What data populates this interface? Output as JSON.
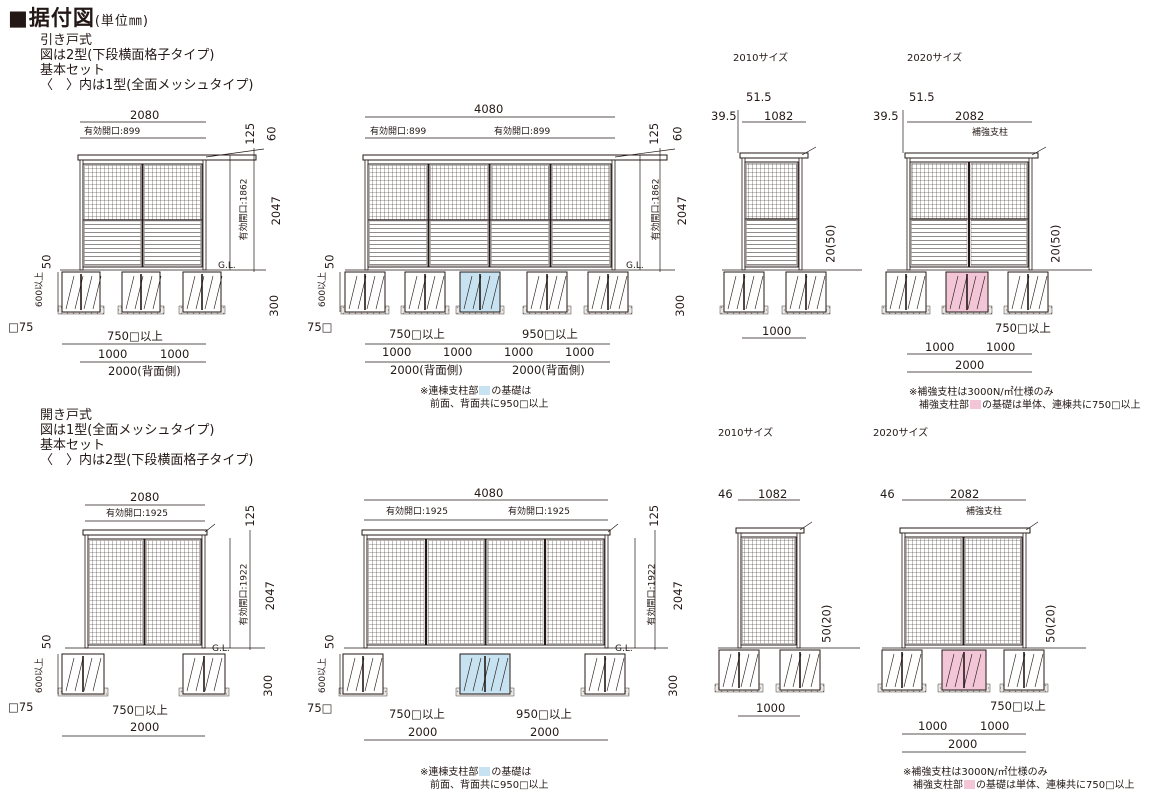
{
  "header": {
    "title": "■据付図",
    "unit": "(単位㎜)"
  },
  "sliding": {
    "lines": [
      "引き戸式",
      "図は2型(下段横面格子タイプ)",
      "基本セット",
      "〈　〉内は1型(全面メッシュタイプ)"
    ],
    "size_2010": "2010サイズ",
    "size_2020": "2020サイズ",
    "d_2080": "2080",
    "d_4080": "4080",
    "d_125": "125",
    "d_60": "60",
    "d_2047": "2047",
    "d_opening_h": "有効開口:1862",
    "d_opening_w": "有効開口:899",
    "d_50": "50",
    "d_300": "300",
    "d_600": "600以上",
    "d_75": "□75",
    "d_75b": "75□",
    "gl": "G.L.",
    "d_750": "750□以上",
    "d_950": "950□以上",
    "d_1000": "1000",
    "d_2000_back": "2000(背面側)",
    "d_39_5": "39.5",
    "d_51_5": "51.5",
    "d_1082": "1082",
    "d_2082": "2082",
    "d_20_50": "20(50)",
    "d_2000": "2000",
    "reinforce": "補強支柱",
    "note_connect": [
      "※連棟支柱部",
      "の基礎は",
      "前面、背面共に950□以上"
    ],
    "note_reinforce": [
      "※補強支柱は3000N/㎡仕様のみ",
      "補強支柱部",
      "の基礎は単体、連棟共に750□以上"
    ]
  },
  "hinged": {
    "lines": [
      "開き戸式",
      "図は1型(全面メッシュタイプ)",
      "基本セット",
      "〈　〉内は2型(下段横面格子タイプ)"
    ],
    "size_2010": "2010サイズ",
    "size_2020": "2020サイズ",
    "d_2080": "2080",
    "d_4080": "4080",
    "d_125": "125",
    "d_2047": "2047",
    "d_opening_h": "有効開口:1922",
    "d_opening_w": "有効開口:1925",
    "d_50": "50",
    "d_300": "300",
    "d_600": "600以上",
    "d_75": "□75",
    "d_75b": "75□",
    "gl": "G.L.",
    "d_750": "750□以上",
    "d_950": "950□以上",
    "d_1000": "1000",
    "d_2000": "2000",
    "d_46": "46",
    "d_1082": "1082",
    "d_2082": "2082",
    "d_50_20": "50(20)",
    "reinforce": "補強支柱",
    "note_connect": [
      "※連棟支柱部",
      "の基礎は",
      "前面、背面共に950□以上"
    ],
    "note_reinforce": [
      "※補強支柱は3000N/㎡仕様のみ",
      "補強支柱部",
      "の基礎は単体、連棟共に750□以上"
    ]
  },
  "colors": {
    "line": "#231815",
    "connect_fill": "#c7e3f1",
    "reinforce_fill": "#f2c6d6",
    "gravel": "#e8e6e3"
  }
}
